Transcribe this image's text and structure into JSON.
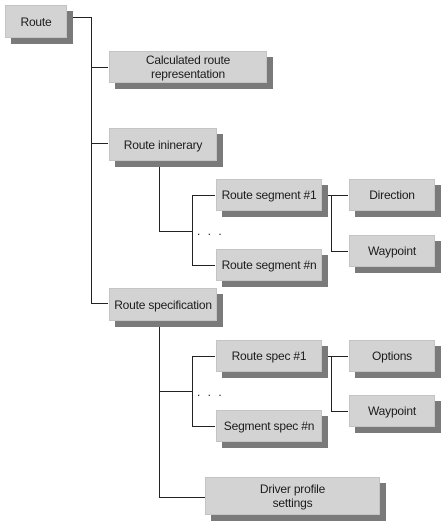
{
  "nodes": {
    "route": "Route",
    "calculated_route_representation": "Calculated route representation",
    "route_itinerary": "Route ininerary",
    "route_segment_1": "Route segment #1",
    "route_segment_n": "Route segment #n",
    "direction": "Direction",
    "waypoint_segment": "Waypoint",
    "route_specification": "Route specification",
    "route_spec_1": "Route spec #1",
    "segment_spec_n": "Segment spec #n",
    "options": "Options",
    "waypoint_spec": "Waypoint",
    "driver_profile_settings_line1": "Driver profile",
    "driver_profile_settings_line2": "settings"
  },
  "ellipsis": {
    "itinerary": ". . .",
    "specification": ". . ."
  },
  "colors": {
    "node_fill": "#d3d3d3",
    "node_shadow": "#7a7a7a",
    "connector": "#222222"
  }
}
